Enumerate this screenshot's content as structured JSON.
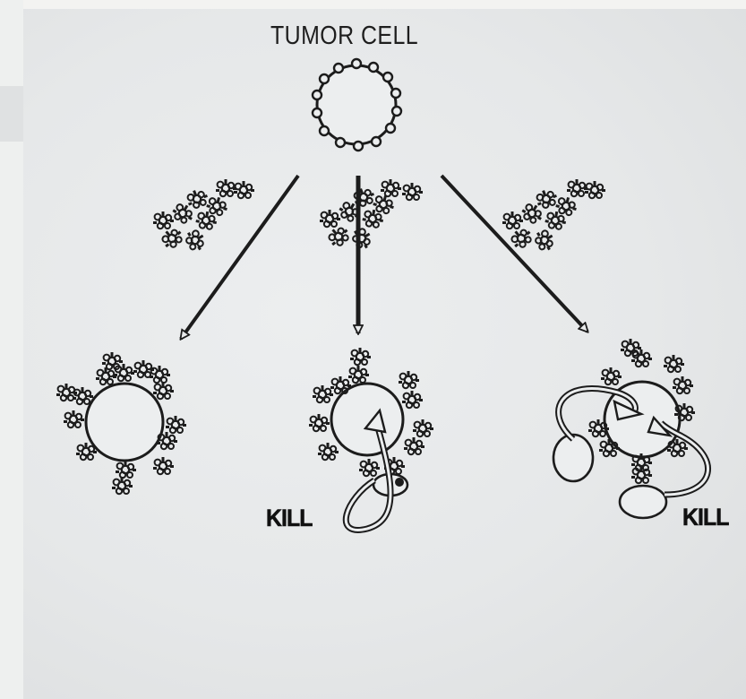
{
  "title": "TUMOR CELL",
  "labels": {
    "kill_1": "KILL",
    "kill_2": "KILL"
  },
  "icons": {
    "antibody": "antibody-cluster-icon",
    "effector": "effector-cell-icon"
  },
  "colors": {
    "background": "#e4e6e7",
    "ink": "#1c1c1c",
    "cell_fill": "#e9ebec"
  }
}
